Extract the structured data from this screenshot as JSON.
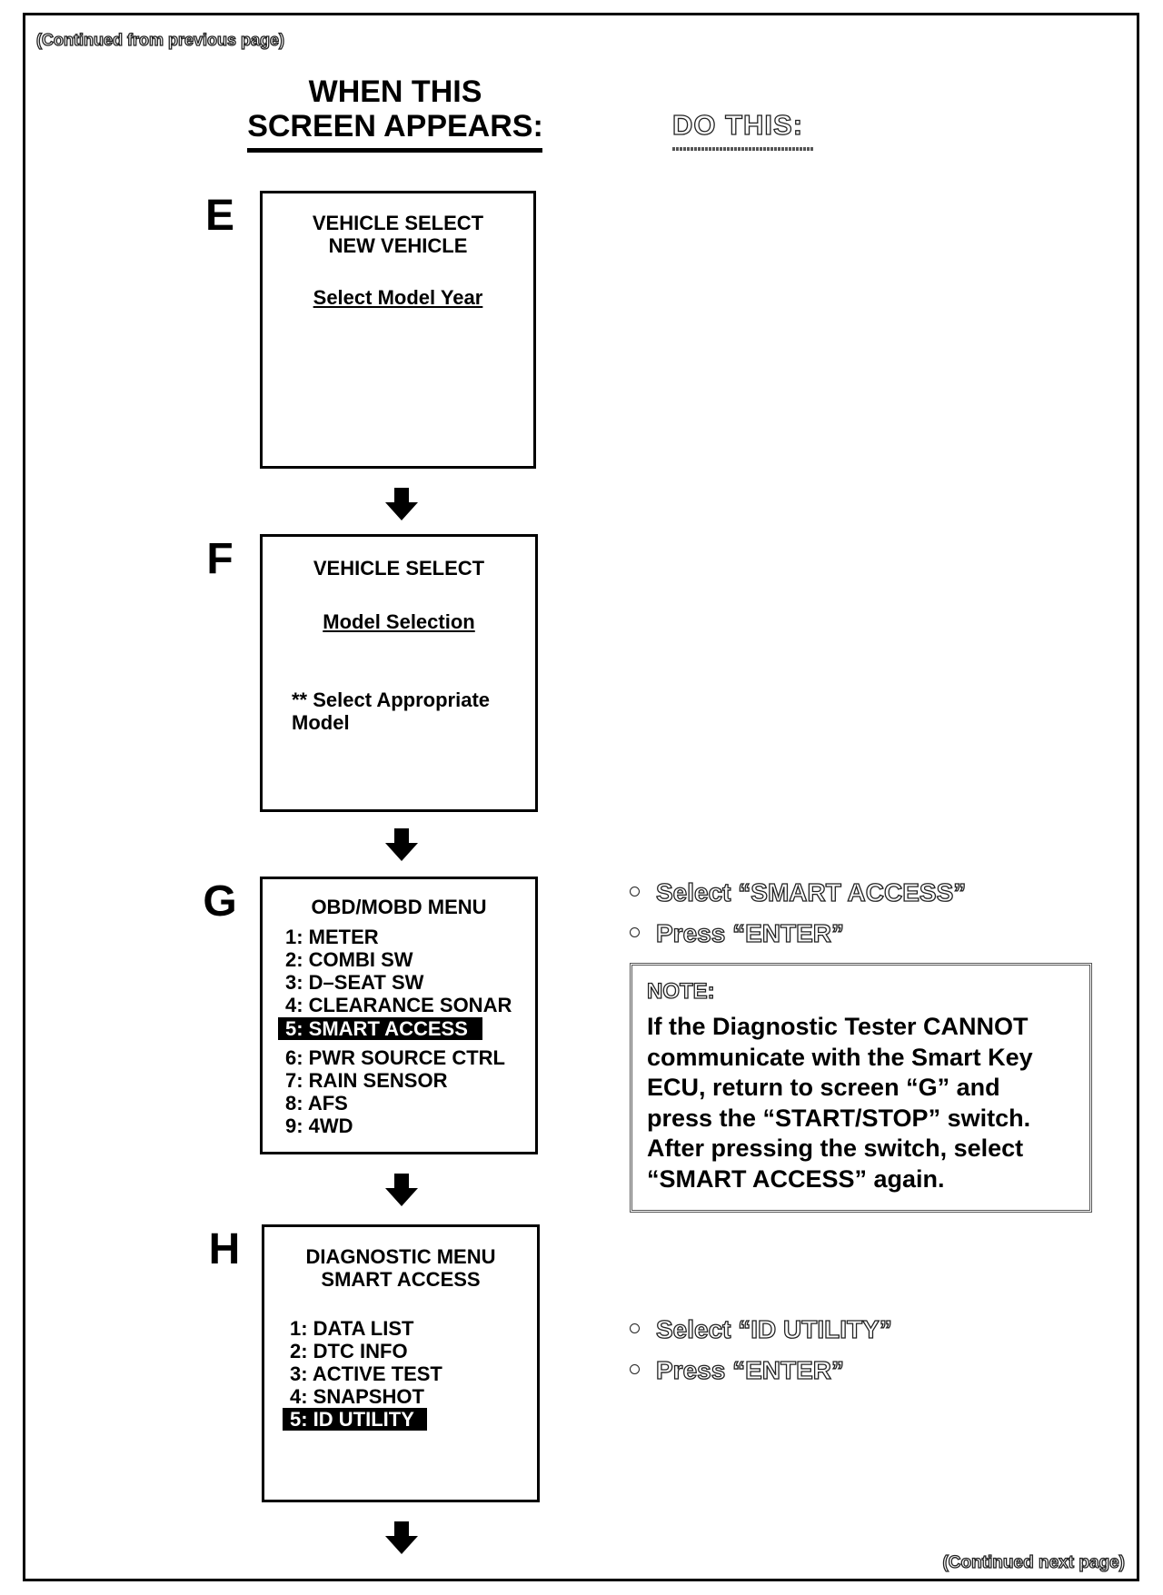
{
  "continued_from": "(Continued from previous page)",
  "continued_next": "(Continued next page)",
  "heading": {
    "left_line1": "WHEN THIS",
    "left_line2": "SCREEN APPEARS:",
    "right": "DO THIS:"
  },
  "steps": {
    "E": {
      "letter": "E",
      "title1": "VEHICLE SELECT",
      "title2": "NEW VEHICLE",
      "subtitle": "Select Model Year"
    },
    "F": {
      "letter": "F",
      "title": "VEHICLE SELECT",
      "subtitle": "Model Selection",
      "note_line1": "** Select Appropriate",
      "note_line2": "Model"
    },
    "G": {
      "letter": "G",
      "title": "OBD/MOBD MENU",
      "items": [
        "1:  METER",
        "2:  COMBI SW",
        "3:  D–SEAT SW",
        "4:  CLEARANCE SONAR",
        "5:  SMART ACCESS",
        "6:  PWR SOURCE CTRL",
        "7:  RAIN SENSOR",
        "8:  AFS",
        "9:  4WD"
      ],
      "selected_index": 4,
      "actions": [
        "Select  “SMART ACCESS”",
        "Press  “ENTER”"
      ],
      "note_label": "NOTE:",
      "note_lines": [
        "If the Diagnostic Tester CANNOT",
        "communicate with the Smart Key",
        "ECU, return to screen “G” and",
        "press the “START/STOP” switch.",
        "After pressing the switch, select",
        "“SMART ACCESS” again."
      ]
    },
    "H": {
      "letter": "H",
      "title1": "DIAGNOSTIC MENU",
      "title2": "SMART ACCESS",
      "items": [
        "1:  DATA LIST",
        "2:  DTC INFO",
        "3:  ACTIVE TEST",
        "4:  SNAPSHOT",
        "5:  ID UTILITY"
      ],
      "selected_index": 4,
      "actions": [
        "Select “ID UTILITY”",
        "Press  “ENTER”"
      ]
    }
  }
}
